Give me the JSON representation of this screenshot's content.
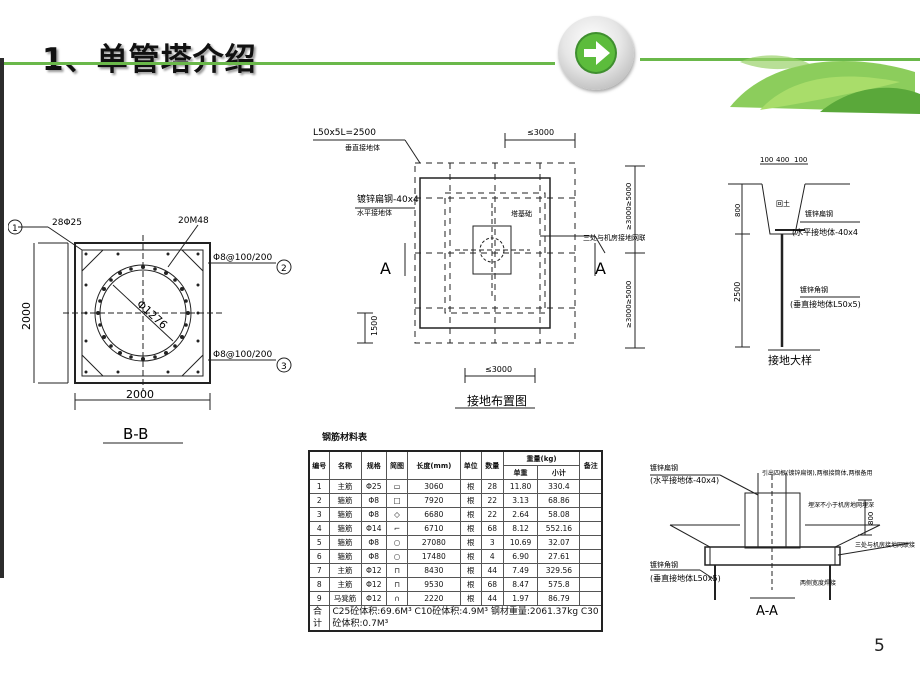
{
  "title": "1、单管塔介绍",
  "page_number": "5",
  "colors": {
    "accent_line": "#6ab84a",
    "arrow": "#4aa83a"
  },
  "nav_icon": "green-arrow-right",
  "bb_section": {
    "label_main_rebar": "28Φ25",
    "label_bolts": "20M48",
    "label_stirrup_a": "Φ8@100/200",
    "label_stirrup_b": "Φ8@100/200",
    "diameter": "Φ1276",
    "dim_width": "2000",
    "dim_height": "2000",
    "marker_1": "1",
    "marker_2": "2",
    "marker_3": "3",
    "caption": "B-B"
  },
  "grounding_plan": {
    "angle_label": "L50x5L=2500",
    "angle_sub": "垂直接地体",
    "flat_label": "镀锌扁钢-40x4",
    "flat_sub": "水平接地体",
    "center_label": "塔基础",
    "dim_top": "≤3000",
    "dim_bottom": "≤3000",
    "dim_right_1": "≥3000≥5000",
    "dim_right_2": "≥3000≥5000",
    "dim_left": "1500",
    "connect_note": "三处与机房接地网联接",
    "section_a_left": "A",
    "section_a_right": "A",
    "caption": "接地布置图"
  },
  "grounding_detail": {
    "dims_top": [
      "100",
      "400",
      "100"
    ],
    "dim_800": "800",
    "dim_2500": "2500",
    "fill_label": "回土",
    "flat_label": "镀锌扁钢",
    "flat_sub": "(水平接地体-40x4",
    "angle_label": "镀锌角钢",
    "angle_sub": "(垂直接地体L50x5)",
    "caption": "接地大样"
  },
  "rebar_table": {
    "title": "钢筋材料表",
    "headers": [
      "编号",
      "名称",
      "规格",
      "简图",
      "长度(mm)",
      "单位",
      "数量",
      "单重",
      "小计",
      "备注"
    ],
    "weight_header": "重量(kg)",
    "rows": [
      [
        "1",
        "主筋",
        "Φ25",
        "",
        "3060",
        "根",
        "28",
        "11.80",
        "330.4",
        ""
      ],
      [
        "2",
        "箍筋",
        "Φ8",
        "",
        "7920",
        "根",
        "22",
        "3.13",
        "68.86",
        ""
      ],
      [
        "3",
        "箍筋",
        "Φ8",
        "",
        "6680",
        "根",
        "22",
        "2.64",
        "58.08",
        ""
      ],
      [
        "4",
        "箍筋",
        "Φ14",
        "",
        "6710",
        "根",
        "68",
        "8.12",
        "552.16",
        ""
      ],
      [
        "5",
        "箍筋",
        "Φ8",
        "",
        "27080",
        "根",
        "3",
        "10.69",
        "32.07",
        ""
      ],
      [
        "6",
        "箍筋",
        "Φ8",
        "",
        "17480",
        "根",
        "4",
        "6.90",
        "27.61",
        ""
      ],
      [
        "7",
        "主筋",
        "Φ12",
        "",
        "8430",
        "根",
        "44",
        "7.49",
        "329.56",
        ""
      ],
      [
        "8",
        "主筋",
        "Φ12",
        "",
        "9530",
        "根",
        "68",
        "8.47",
        "575.8",
        ""
      ],
      [
        "9",
        "马凳筋",
        "Φ12",
        "",
        "2220",
        "根",
        "44",
        "1.97",
        "86.79",
        ""
      ]
    ],
    "total_label": "合计",
    "total_text": "C25砼体积:69.6M³ C10砼体积:4.9M³ 钢材重量:2061.37kg C30砼体积:0.7M³"
  },
  "section_aa": {
    "flat_label": "镀锌扁钢",
    "flat_sub": "(水平接地体-40x4)",
    "note_top": "引出四根(镀锌扁钢),两根接筒体,两根备用",
    "note_mid": "埋深不小于机房地网埋深",
    "dim_800": "800",
    "connect_note": "三处与机房接地网联接",
    "angle_label": "镀锌角钢",
    "angle_sub": "(垂直接地体L50x5)",
    "weld_note": "两侧宽度焊接",
    "caption": "A-A"
  }
}
